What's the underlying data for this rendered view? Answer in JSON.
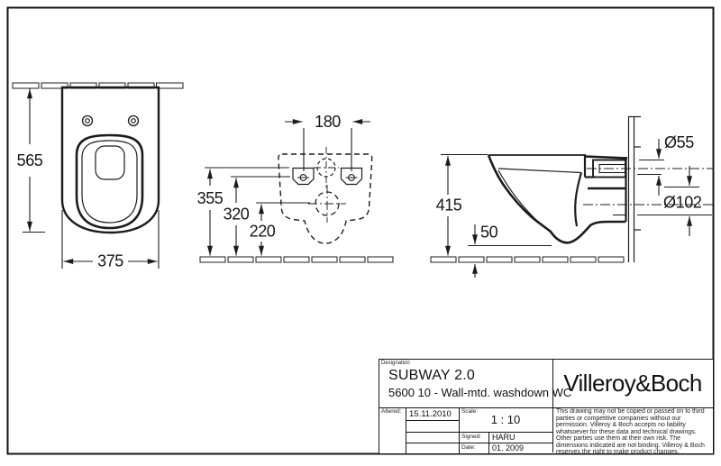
{
  "drawing": {
    "front_view": {
      "height": "565",
      "width": "375"
    },
    "top_view": {
      "hole_spacing": "180",
      "inlet_distance": "355",
      "hole_distance": "320",
      "outlet_distance": "220"
    },
    "side_view": {
      "height": "415",
      "floor_clearance": "50",
      "inlet_diameter": "Ø55",
      "outlet_diameter": "Ø102"
    }
  },
  "title_block": {
    "designation_label": "Designation",
    "product_name": "SUBWAY 2.0",
    "product_code": "5600 10 - Wall-mtd. washdown WC",
    "brand": "Villeroy&Boch",
    "altered_label": "Altered:",
    "altered_date": "15.11.2010",
    "scale_label": "Scale:",
    "scale_value": "1 : 10",
    "signed_label": "Signed:",
    "signed_value": "HARU",
    "date_label": "Date:",
    "date_value": "01. 2009",
    "disclaimer": "This drawing may not be copied or passed on to third parties or competitive companies without our permission. Villeroy & Boch accepts no liability whatsoever for these data and technical drawings. Other parties use them at their own risk. The dimensions indicated are not binding. Villeroy & Boch reserves the right to make product changes."
  },
  "colors": {
    "line": "#1c1c1c",
    "background": "#ffffff"
  }
}
